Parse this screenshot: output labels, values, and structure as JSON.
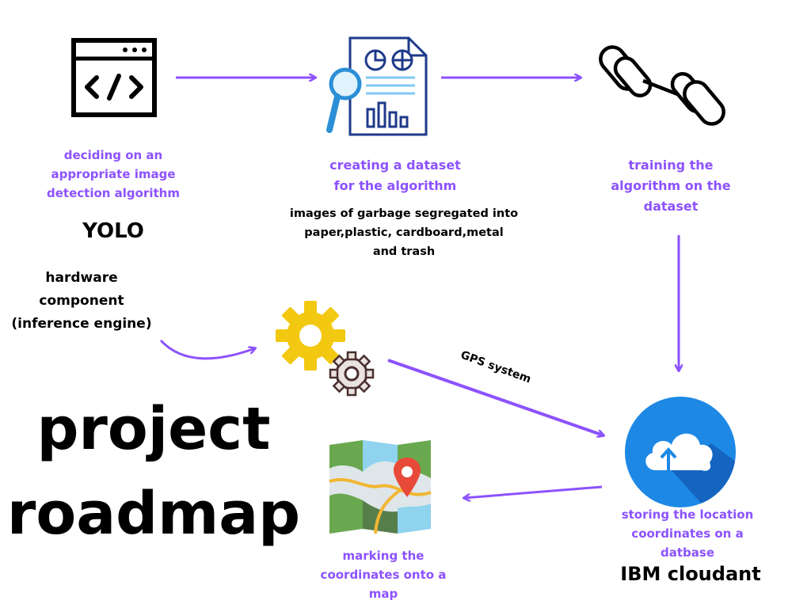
{
  "steps": {
    "algorithm": {
      "caption": "deciding on an\nappropriate image\ndetection algorithm",
      "detail": "YOLO"
    },
    "dataset": {
      "caption": "creating a dataset\nfor the algorithm",
      "detail": "images of garbage segregated into\npaper,plastic, cardboard,metal\nand trash"
    },
    "training": {
      "caption": "training the\nalgorithm on the\ndataset"
    },
    "hardware": {
      "label": "hardware\ncomponent\n(inference engine)"
    },
    "storage": {
      "caption": "storing the location\ncoordinates on a\ndatbase",
      "detail": "IBM cloudant"
    },
    "map": {
      "caption": "marking the\ncoordinates onto a\nmap"
    }
  },
  "connectors": {
    "gps_label": "GPS system"
  },
  "title": {
    "line1": "project",
    "line2": "roadmap"
  },
  "colors": {
    "accent": "#8c52ff",
    "gear_yellow": "#f2c811",
    "cloud_blue": "#1e88e5"
  },
  "icons": [
    "code-window-icon",
    "dataset-report-icon",
    "dumbbell-icon",
    "gears-icon",
    "cloud-upload-icon",
    "map-pin-icon"
  ]
}
